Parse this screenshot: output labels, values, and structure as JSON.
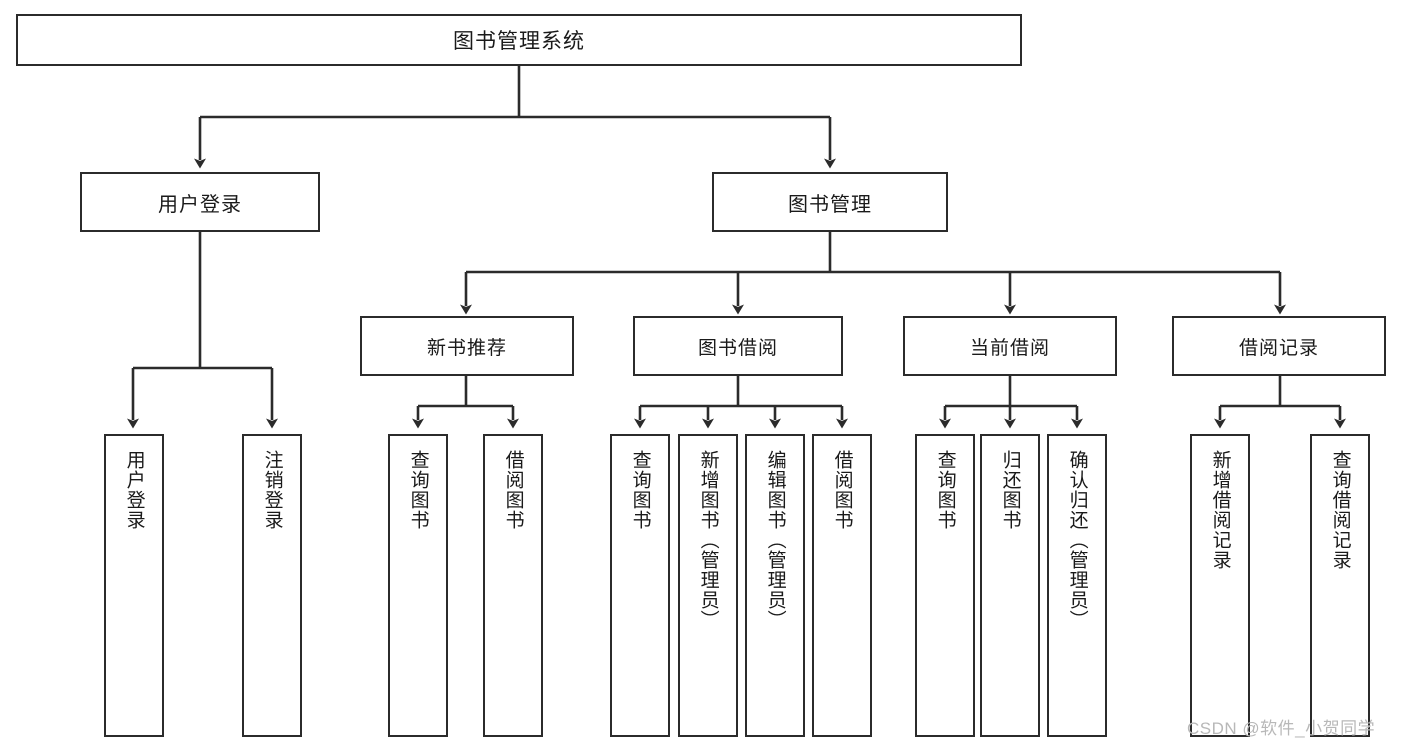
{
  "diagram": {
    "title": "图书管理系统",
    "watermark": "CSDN @软件_小贺同学",
    "line_color": "#2b2b2b",
    "box_fill": "#ffffff",
    "text_color": "#1a1a1a",
    "watermark_color": "#b8b8b8",
    "root": {
      "label": "图书管理系统"
    },
    "level1": [
      {
        "label": "用户登录"
      },
      {
        "label": "图书管理"
      }
    ],
    "level2": [
      {
        "label": "新书推荐"
      },
      {
        "label": "图书借阅"
      },
      {
        "label": "当前借阅"
      },
      {
        "label": "借阅记录"
      }
    ],
    "leaves": {
      "user_login": [
        {
          "label": "用户登录"
        },
        {
          "label": "注销登录"
        }
      ],
      "new_book_recommend": [
        {
          "label": "查询图书"
        },
        {
          "label": "借阅图书"
        }
      ],
      "book_borrow": [
        {
          "label": "查询图书"
        },
        {
          "label": "新增图书（管理员）"
        },
        {
          "label": "编辑图书（管理员）"
        },
        {
          "label": "借阅图书"
        }
      ],
      "current_borrow": [
        {
          "label": "查询图书"
        },
        {
          "label": "归还图书"
        },
        {
          "label": "确认归还（管理员）"
        }
      ],
      "borrow_record": [
        {
          "label": "新增借阅记录"
        },
        {
          "label": "查询借阅记录"
        }
      ]
    }
  }
}
